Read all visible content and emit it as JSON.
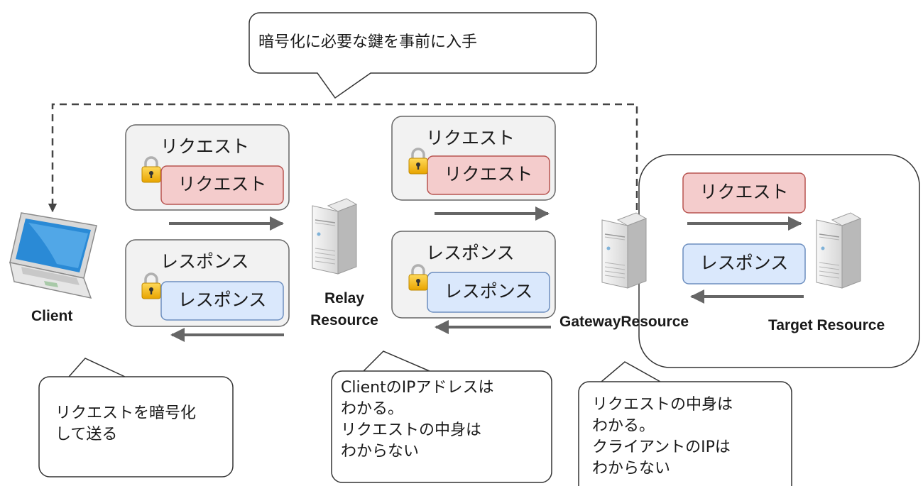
{
  "callouts": {
    "top": "暗号化に必要な鍵を事前に入手",
    "client": "リクエストを暗号化\nして送る",
    "relay": "ClientのIPアドレスは\nわかる。\nリクエストの中身は\nわからない",
    "gateway": "リクエストの中身は\nわかる。\nクライアントのIPは\nわからない"
  },
  "nodes": {
    "client": "Client",
    "relay": "Relay\nResource",
    "gateway": "GatewayResource",
    "target": "Target Resource"
  },
  "messages": {
    "request": "リクエスト",
    "response": "レスポンス"
  },
  "icons": [
    "laptop-icon",
    "server-icon",
    "lock-icon"
  ],
  "colors": {
    "request_fill": "#f4cccc",
    "request_border": "#b85450",
    "response_fill": "#dae8fc",
    "response_border": "#6c8ebf",
    "group_fill": "#f2f2f2",
    "arrow": "#666666"
  }
}
